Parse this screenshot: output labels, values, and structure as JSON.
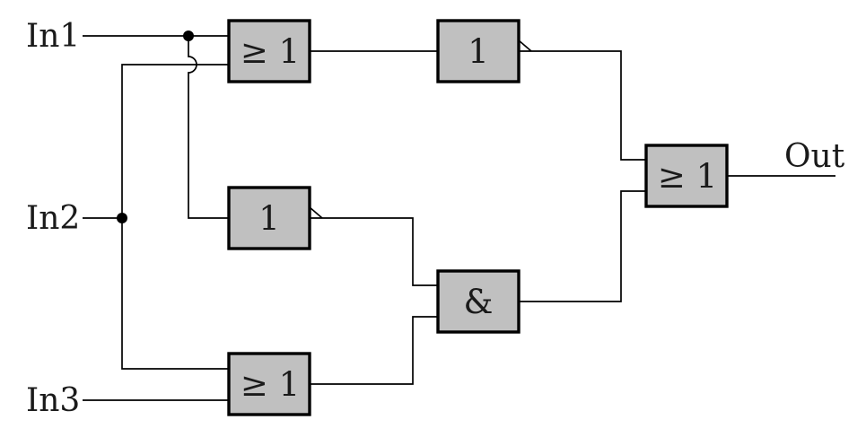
{
  "diagram_type": "IEC logic circuit",
  "colors": {
    "background": "#ffffff",
    "gate_fill": "#c0c0c0",
    "gate_border": "#000000",
    "wire": "#000000"
  },
  "io": {
    "in1": "In1",
    "in2": "In2",
    "in3": "In3",
    "out": "Out"
  },
  "gates": {
    "or_top": {
      "type": "OR",
      "symbol": "≥ 1",
      "inverted_output": false
    },
    "not_top": {
      "type": "NOT",
      "symbol": "1",
      "inverted_output": true
    },
    "not_mid": {
      "type": "NOT",
      "symbol": "1",
      "inverted_output": true
    },
    "and_mid": {
      "type": "AND",
      "symbol": "&",
      "inverted_output": false
    },
    "or_bottom": {
      "type": "OR",
      "symbol": "≥ 1",
      "inverted_output": false
    },
    "or_out": {
      "type": "OR",
      "symbol": "≥ 1",
      "inverted_output": false
    }
  },
  "connections": [
    "In1 -> or_top input 1 (junction dot on In1 line)",
    "In1 junction -> not_mid input (vertical branch hops over In2 upper branch, no connection)",
    "In2 -> junction dot -> up -> or_top input 2",
    "In2 junction -> down -> or_bottom input 1",
    "In3 -> or_bottom input 2",
    "or_top output -> not_top input",
    "not_top inverted output -> or_out input 1",
    "not_mid inverted output -> and_mid input 1",
    "or_bottom output -> and_mid input 2",
    "and_mid output -> or_out input 2",
    "or_out output -> Out"
  ]
}
